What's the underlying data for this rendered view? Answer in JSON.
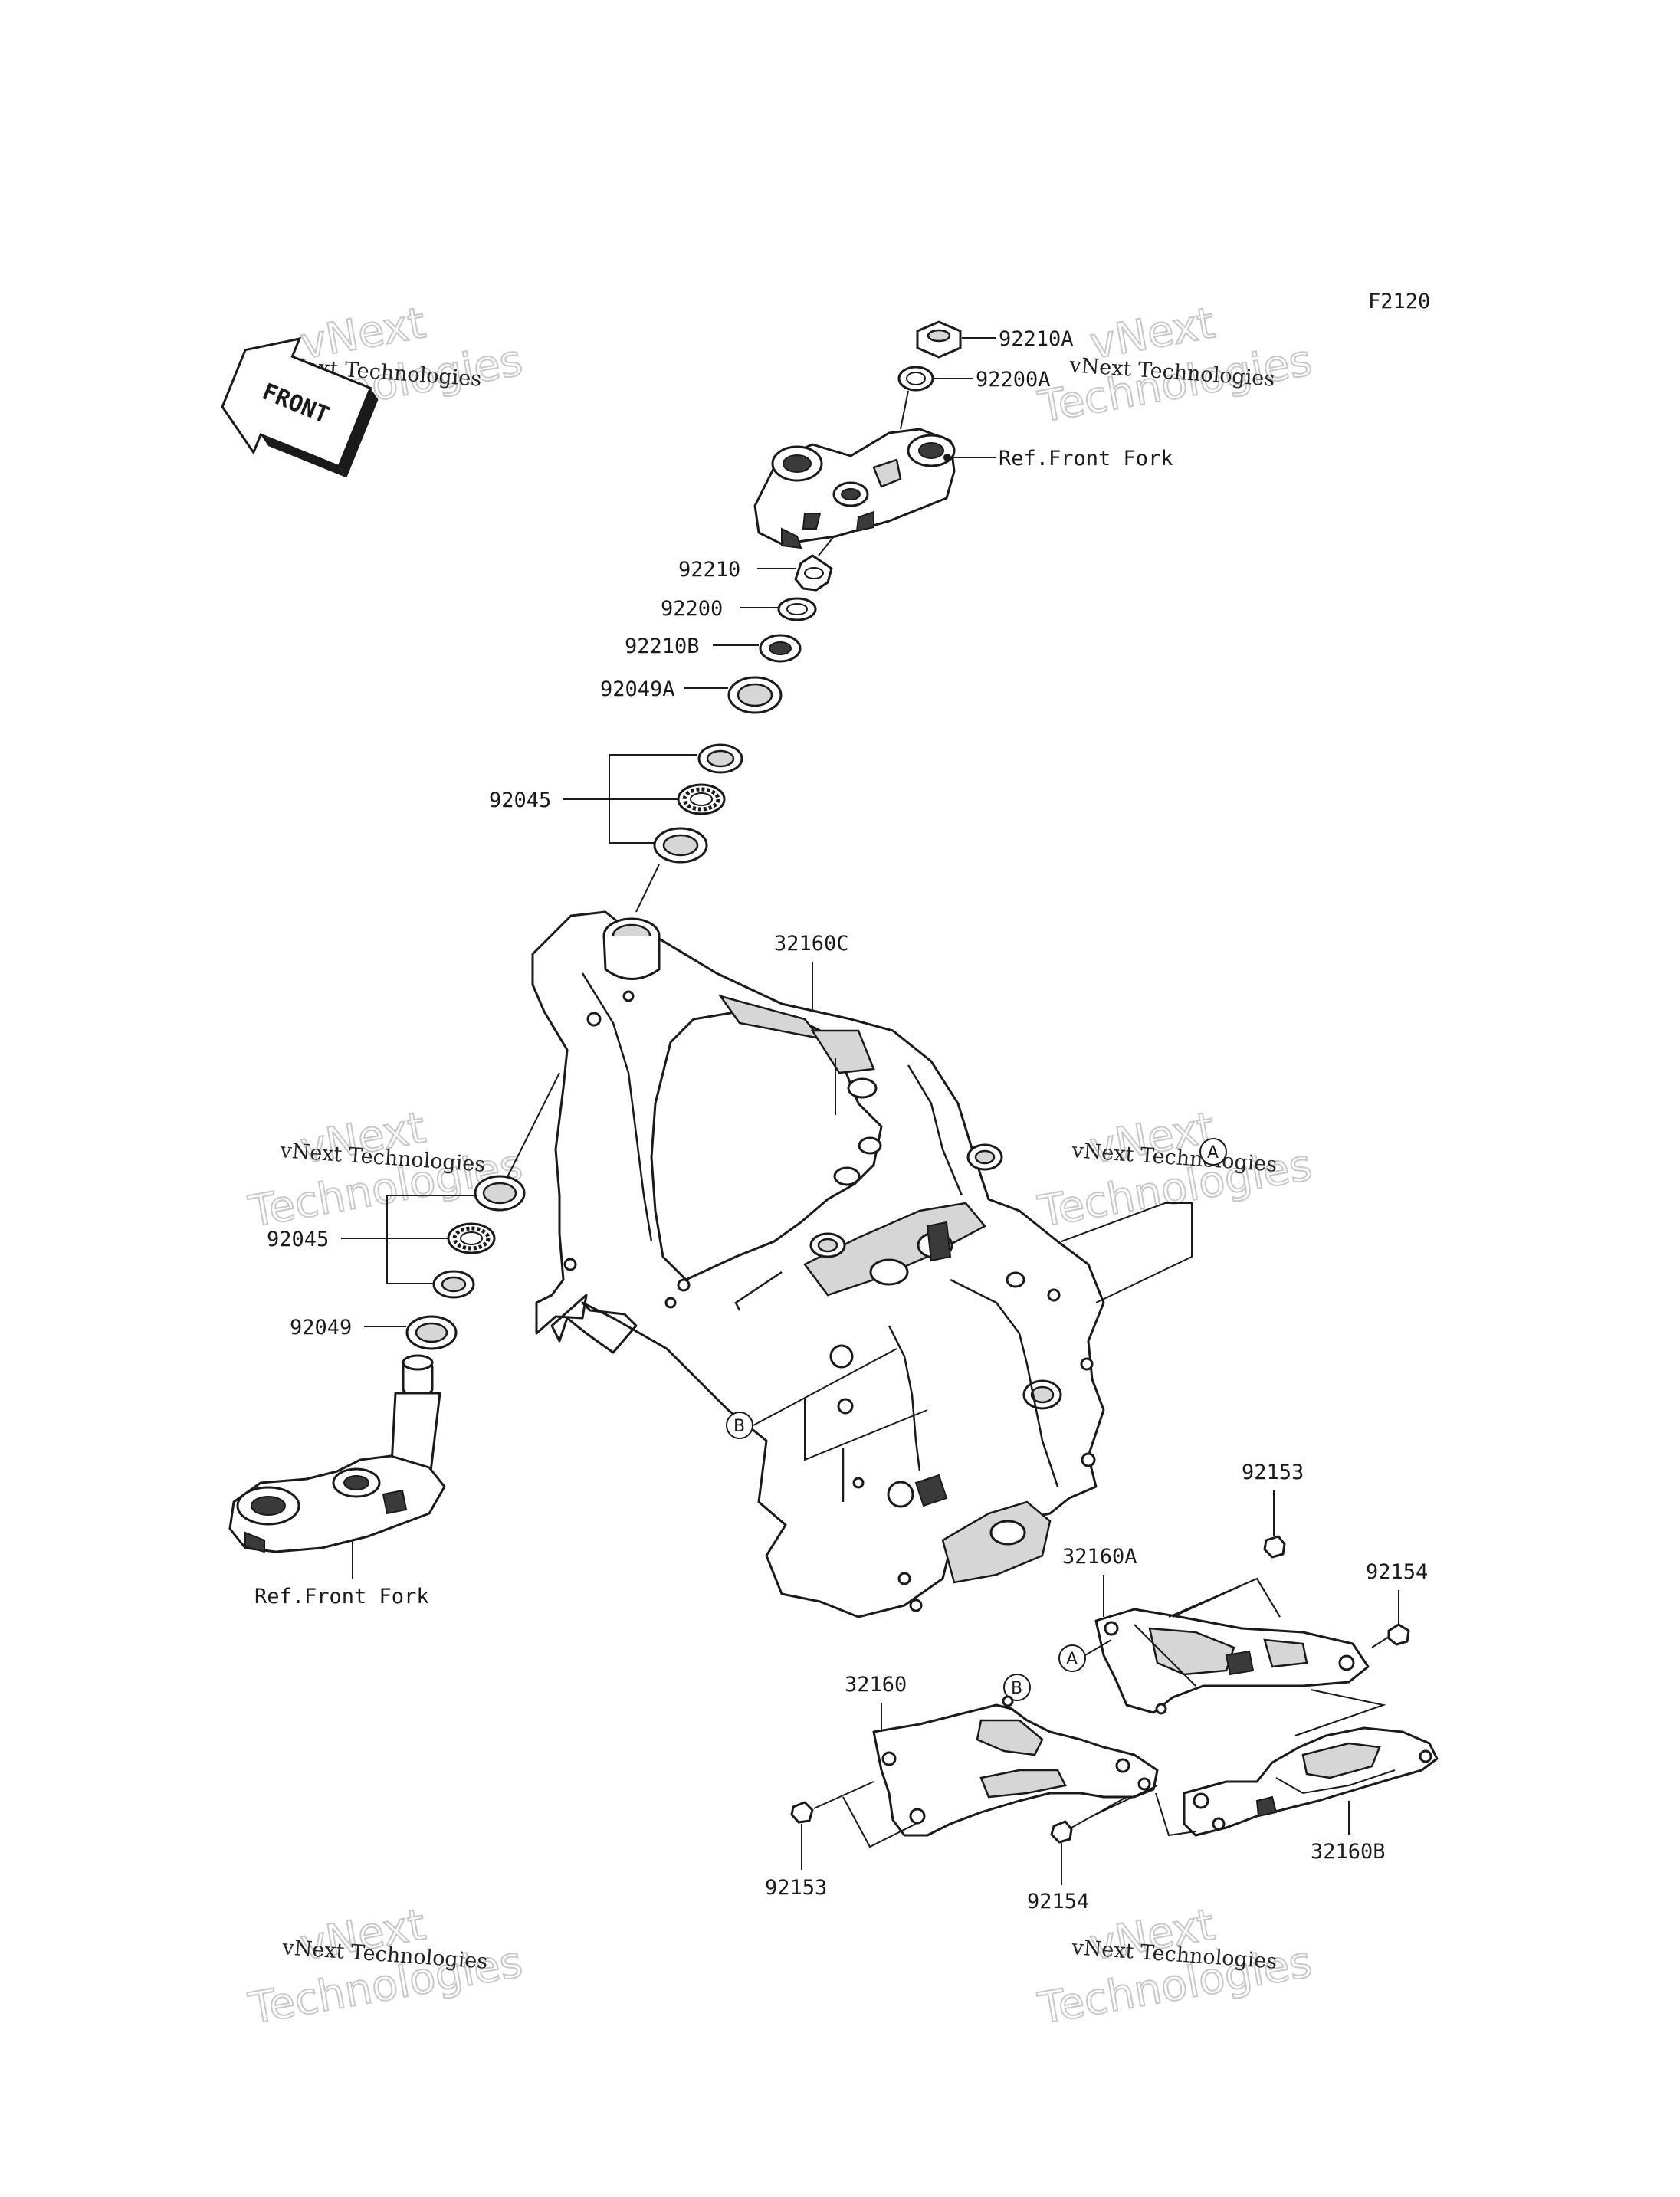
{
  "diagram": {
    "code": "F2120",
    "front_badge": "FRONT",
    "watermark": {
      "line1": "vNext",
      "line2": "Technologies",
      "caption": "vNext Technologies"
    },
    "labels": {
      "p92210A": "92210A",
      "p92200A": "92200A",
      "ref_front_fork_top": "Ref.Front Fork",
      "p92210": "92210",
      "p92200": "92200",
      "p92210B": "92210B",
      "p92049A": "92049A",
      "p92045_upper": "92045",
      "p32160C": "32160C",
      "p92045_lower": "92045",
      "p92049": "92049",
      "ref_front_fork_bottom": "Ref.Front Fork",
      "p92153_top": "92153",
      "p32160A": "32160A",
      "p92154_top": "92154",
      "p32160": "32160",
      "p92153_bottom": "92153",
      "p92154_bottom": "92154",
      "p32160B": "32160B"
    },
    "markers": {
      "a": "A",
      "b": "B"
    }
  }
}
